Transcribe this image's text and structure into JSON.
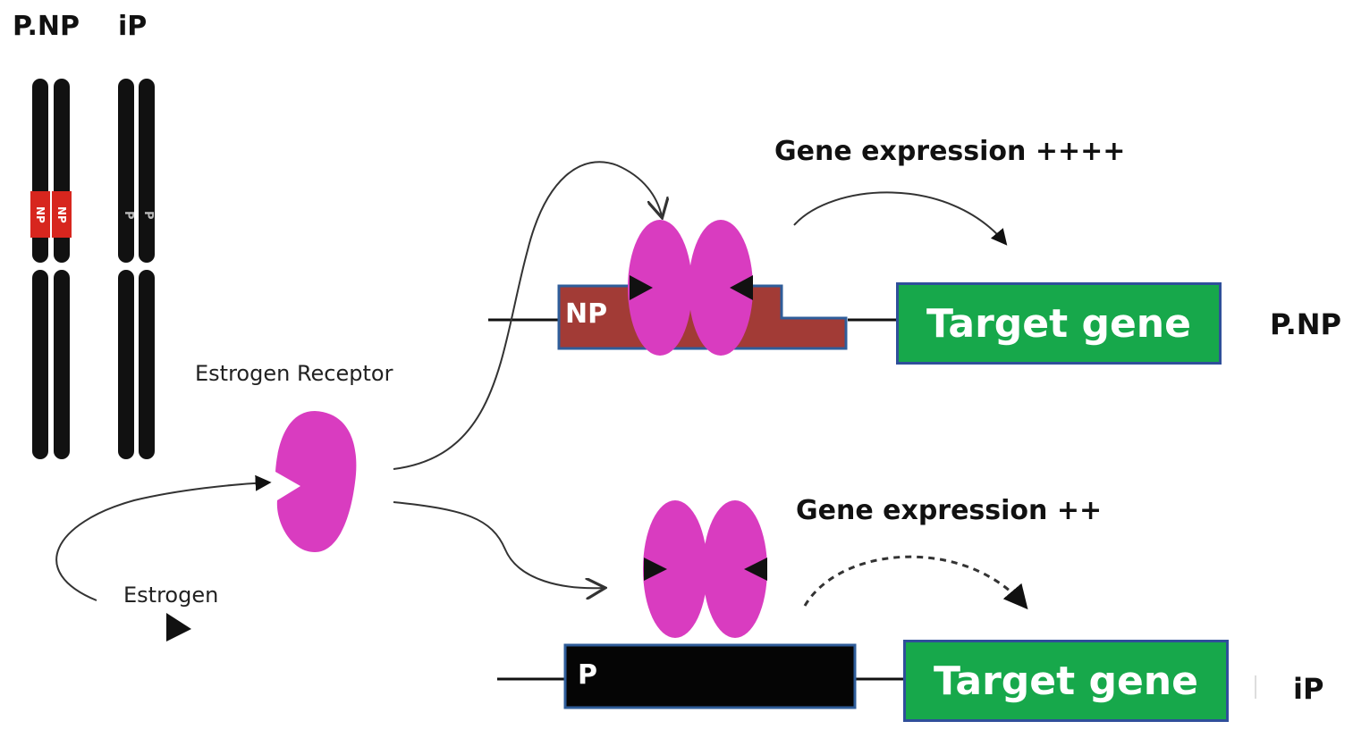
{
  "chromosomes": {
    "label_pnp": "P.NP",
    "label_ip": "iP",
    "band_pnp_left": "NP",
    "band_pnp_right": "NP",
    "band_ip_left": "P",
    "band_ip_right": "P"
  },
  "receptor": {
    "label": "Estrogen Receptor",
    "estrogen_label": "Estrogen"
  },
  "top_pathway": {
    "expression_label": "Gene expression ++++",
    "promoter_label": "NP",
    "target_label": "Target gene",
    "genotype_label": "P.NP"
  },
  "bottom_pathway": {
    "expression_label": "Gene expression ++",
    "promoter_label": "P",
    "target_label": "Target gene",
    "genotype_label": "iP"
  },
  "colors": {
    "receptor": "#d93cc0",
    "np_promoter": "#a23b36",
    "target_gene": "#17a84b",
    "band_red": "#d7261e"
  }
}
